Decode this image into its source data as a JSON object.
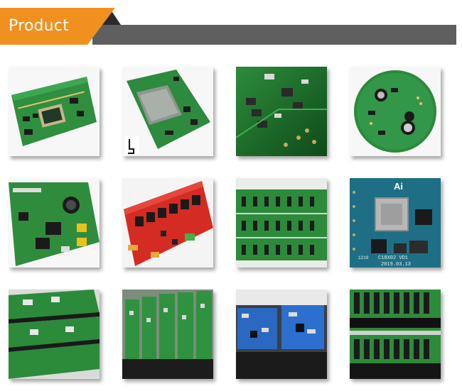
{
  "header": {
    "title": "Product",
    "colors": {
      "accent": "#f0901e",
      "bar": "#5f5f5f",
      "notch": "#2b2b2b"
    }
  },
  "products": [
    {
      "id": "pcb-controller-board",
      "icon": "green-pcb-photo"
    },
    {
      "id": "pcb-lcd-display-board",
      "icon": "lcd-pcb-photo"
    },
    {
      "id": "pcb-closeup-components",
      "icon": "smd-closeup-photo"
    },
    {
      "id": "pcb-round-board",
      "icon": "round-pcb-photo"
    },
    {
      "id": "pcb-power-board",
      "icon": "power-pcb-photo"
    },
    {
      "id": "pcb-red-relay-board",
      "icon": "red-relay-pcb-photo"
    },
    {
      "id": "pcb-panel-array",
      "icon": "pcb-panel-photo"
    },
    {
      "id": "pcb-blue-chip-module",
      "icon": "chip-module-photo"
    },
    {
      "id": "pcb-rack-stack",
      "icon": "pcb-rack-photo"
    },
    {
      "id": "pcb-rack-green",
      "icon": "pcb-rack-photo"
    },
    {
      "id": "pcb-blue-modules",
      "icon": "blue-module-photo"
    },
    {
      "id": "pcb-terminal-boards",
      "icon": "terminal-pcb-photo"
    }
  ],
  "chip_module": {
    "logo": "Ai",
    "marking_1": "C18X02 VD1",
    "marking_2": "2019.03.13",
    "corner": "1219"
  }
}
